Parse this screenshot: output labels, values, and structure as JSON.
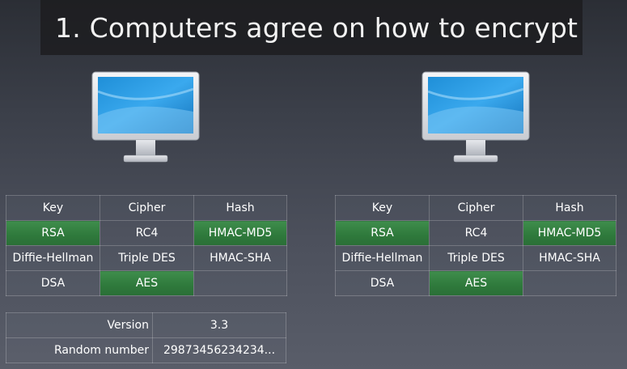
{
  "title": "1. Computers agree on how to encrypt",
  "left_table": {
    "headers": [
      "Key",
      "Cipher",
      "Hash"
    ],
    "rows": [
      [
        "RSA",
        "RC4",
        "HMAC-MD5"
      ],
      [
        "Diffie-Hellman",
        "Triple DES",
        "HMAC-SHA"
      ],
      [
        "DSA",
        "AES",
        ""
      ]
    ],
    "selected": [
      "RSA",
      "AES",
      "HMAC-MD5"
    ],
    "highlight_color": "#2f7a3c"
  },
  "right_table": {
    "headers": [
      "Key",
      "Cipher",
      "Hash"
    ],
    "rows": [
      [
        "RSA",
        "RC4",
        "HMAC-MD5"
      ],
      [
        "Diffie-Hellman",
        "Triple DES",
        "HMAC-SHA"
      ],
      [
        "DSA",
        "AES",
        ""
      ]
    ],
    "selected": [
      "RSA",
      "AES",
      "HMAC-MD5"
    ],
    "highlight_color": "#2f7a3c"
  },
  "info_table": {
    "version_label": "Version",
    "version_value": "3.3",
    "random_label": "Random number",
    "random_value": "29873456234234..."
  },
  "icons": [
    "computer-monitor-icon",
    "computer-monitor-icon"
  ]
}
